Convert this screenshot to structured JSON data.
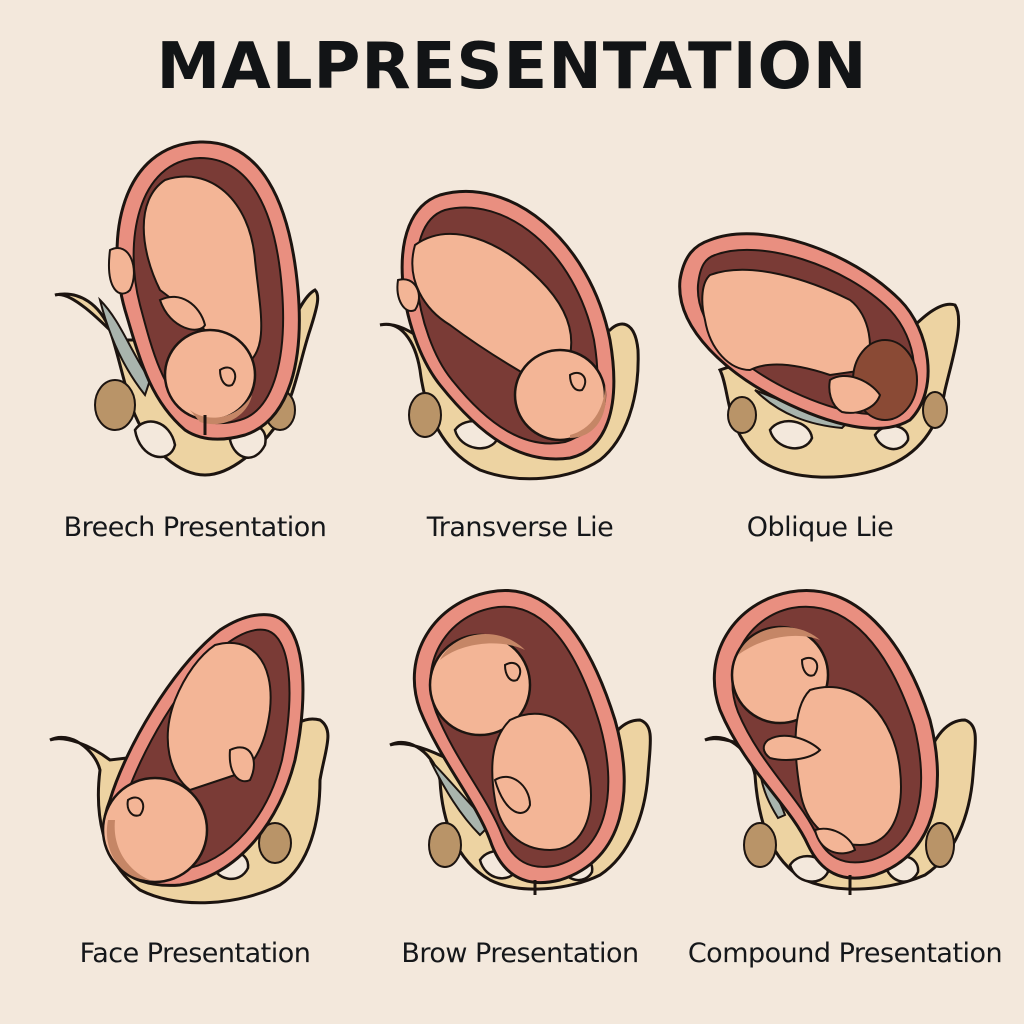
{
  "title": "MALPRESENTATION",
  "colors": {
    "background": "#f3e8dc",
    "pelvis_bone": "#edd3a2",
    "pelvis_dark": "#b99468",
    "uterus_wall": "#e98f80",
    "uterus_cavity": "#7a3b36",
    "fetus_skin": "#f3b596",
    "fetus_hair": "#c58666",
    "amniotic_gray": "#a9b4ad",
    "outline": "#1c1410"
  },
  "panels": [
    {
      "label": "Breech Presentation"
    },
    {
      "label": "Transverse Lie"
    },
    {
      "label": "Oblique Lie"
    },
    {
      "label": "Face Presentation"
    },
    {
      "label": "Brow Presentation"
    },
    {
      "label": "Compound Presentation"
    }
  ]
}
